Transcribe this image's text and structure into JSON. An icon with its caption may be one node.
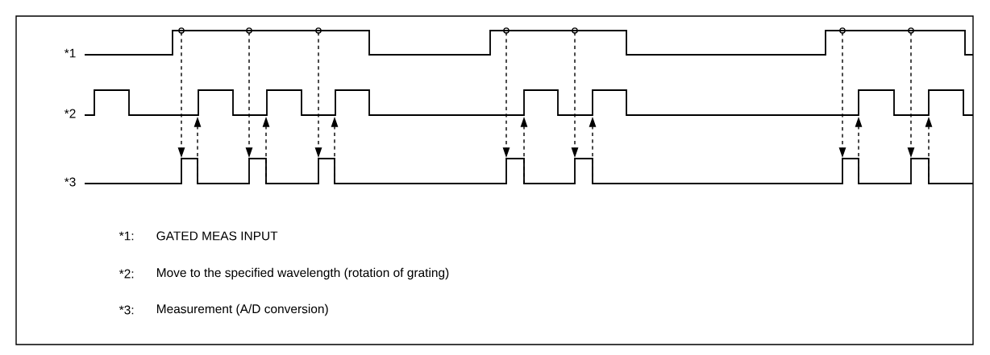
{
  "diagram": {
    "labels": [
      "*1",
      "*2",
      "*3",
      "*1:",
      "GATED MEAS INPUT",
      "*2:",
      "Move to the specified wavelength (rotation of grating)",
      "*3:",
      "Measurement (A/D conversion)"
    ]
  }
}
